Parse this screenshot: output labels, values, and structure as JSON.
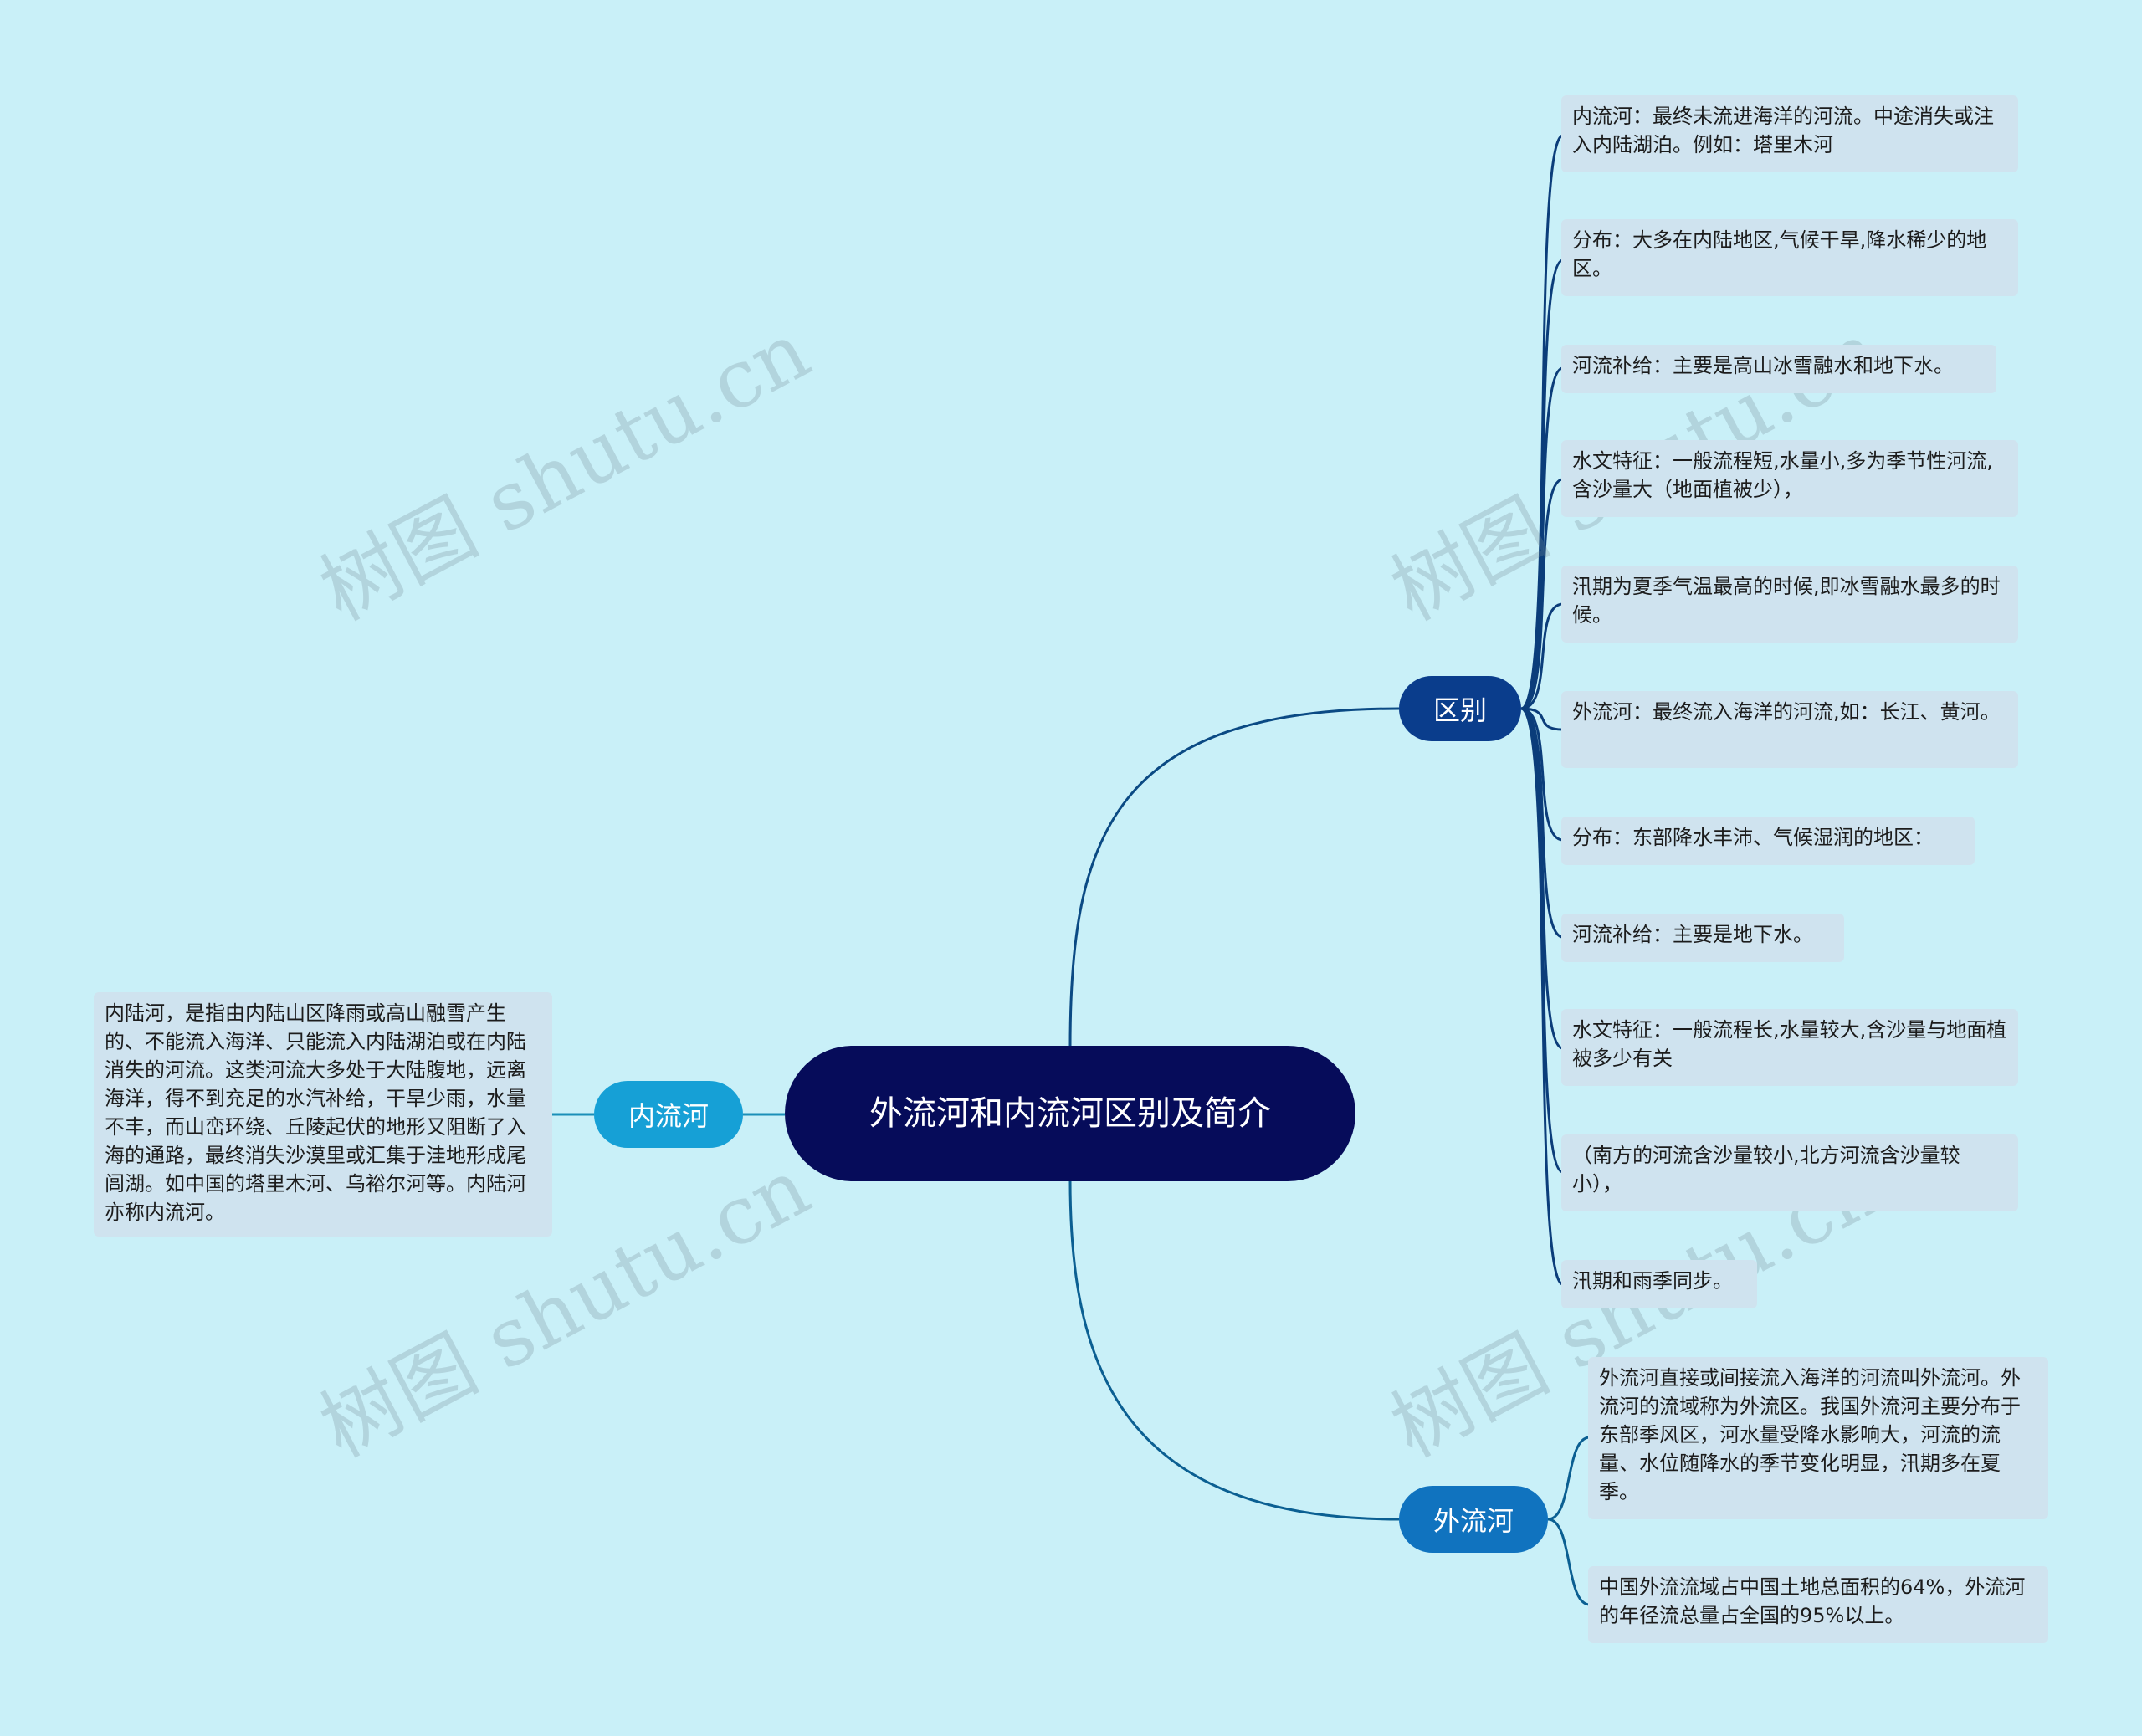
{
  "root": {
    "title": "外流河和内流河区别及简介"
  },
  "branches": {
    "qubie": {
      "label": "区别",
      "items": [
        "内流河：最终未流进海洋的河流。中途消失或注入内陆湖泊。例如：塔里木河",
        "分布：大多在内陆地区,气候干旱,降水稀少的地区。",
        "河流补给：主要是高山冰雪融水和地下水。",
        "水文特征：一般流程短,水量小,多为季节性河流,含沙量大（地面植被少），",
        "汛期为夏季气温最高的时候,即冰雪融水最多的时候。",
        "外流河：最终流入海洋的河流,如：长江、黄河。",
        "分布：东部降水丰沛、气候湿润的地区：",
        "河流补给：主要是地下水。",
        "水文特征：一般流程长,水量较大,含沙量与地面植被多少有关",
        "（南方的河流含沙量较小,北方河流含沙量较小），",
        "汛期和雨季同步。"
      ]
    },
    "wailiu": {
      "label": "外流河",
      "items": [
        "外流河直接或间接流入海洋的河流叫外流河。外流河的流域称为外流区。我国外流河主要分布于东部季风区，河水量受降水影响大，河流的流量、水位随降水的季节变化明显，汛期多在夏季。",
        "中国外流流域占中国土地总面积的64%，外流河的年径流总量占全国的95%以上。"
      ]
    },
    "neiliu": {
      "label": "内流河",
      "items": [
        "内陆河，是指由内陆山区降雨或高山融雪产生的、不能流入海洋、只能流入内陆湖泊或在内陆消失的河流。这类河流大多处于大陆腹地，远离海洋，得不到充足的水汽补给，干旱少雨，水量不丰，而山峦环绕、丘陵起伏的地形又阻断了入海的通路，最终消失沙漠里或汇集于洼地形成尾闾湖。如中国的塔里木河、乌裕尔河等。内陆河亦称内流河。"
      ]
    }
  },
  "watermark": "树图 shutu.cn",
  "colors": {
    "background": "#c9f0f8",
    "root": "#060c5a",
    "qubie": "#0a3d8c",
    "wailiu": "#1073bf",
    "neiliu": "#16a0d6",
    "leaf": "#cfe3ef"
  }
}
